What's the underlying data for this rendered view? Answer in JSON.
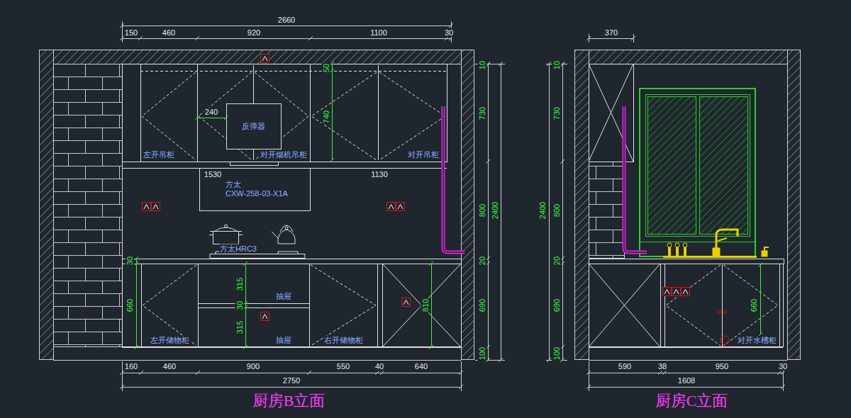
{
  "diagram": {
    "nodes": [
      {
        "text": [
          "左开吊柜"
        ]
      },
      {
        "text": [
          "对开烟机吊柜"
        ]
      },
      {
        "text": [
          "对开吊柜"
        ]
      },
      {
        "text": [
          "反弹器"
        ],
        "in": 1
      },
      {
        "text": [
          "方太",
          "CXW-258-03-X1A"
        ]
      },
      {
        "text": [
          "左开储物柜"
        ]
      },
      {
        "text": [
          "抽屉"
        ]
      },
      {
        "text": [
          "抽屉"
        ]
      },
      {
        "text": [
          "右开储物柜"
        ]
      },
      {
        "text": [
          "对开水槽柜"
        ]
      }
    ],
    "labels": [
      "2660",
      "150",
      "460",
      "920",
      "1100",
      "30",
      "240",
      "740",
      "50",
      "1530",
      "1130",
      "方太HRC3",
      "10",
      "730",
      "800",
      "2400",
      "20",
      "690",
      "100",
      "30",
      "660",
      "315",
      "30",
      "315",
      "810",
      "160",
      "460",
      "900",
      "550",
      "40",
      "640",
      "2750",
      "厨房B立面",
      "370",
      "10",
      "730",
      "2400",
      "800",
      "20",
      "690",
      "100",
      "660",
      "590",
      "38",
      "950",
      "30",
      "1608",
      "厨房C立面"
    ]
  }
}
